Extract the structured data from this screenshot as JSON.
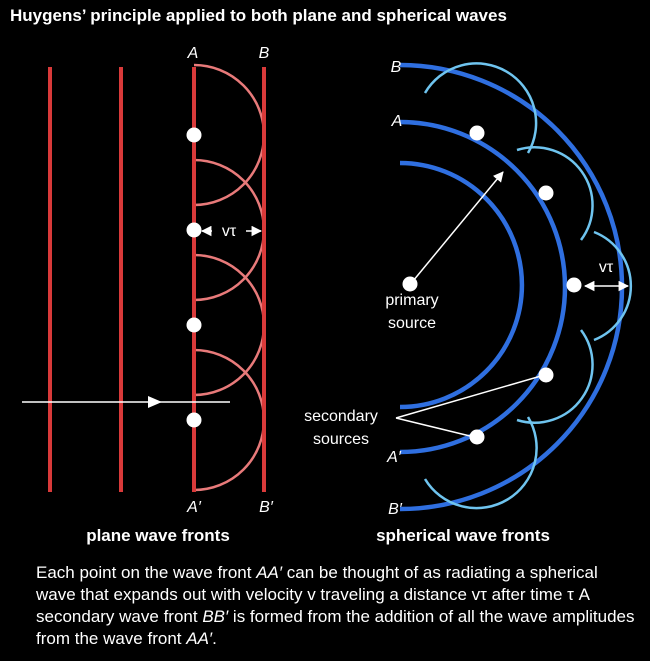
{
  "title": "Huygens’ principle applied to both plane and spherical waves",
  "plane": {
    "label_A": "A",
    "label_B": "B",
    "label_A_prime": "A′",
    "label_B_prime": "B′",
    "distance_label": "vτ",
    "caption": "plane wave fronts"
  },
  "spherical": {
    "label_A": "A",
    "label_B": "B",
    "label_A_prime": "A′",
    "label_B_prime": "B′",
    "distance_label": "vτ",
    "primary_source_line1": "primary",
    "primary_source_line2": "source",
    "secondary_sources_line1": "secondary",
    "secondary_sources_line2": "sources",
    "caption": "spherical wave fronts"
  },
  "description": {
    "p1": "Each point on the wave front ",
    "aa1": "AA′",
    "p2": " can be thought of as radiating a spherical wave that expands out with velocity v  traveling a distance vτ after time τ A secondary wave front ",
    "bb": "BB′",
    "p3": " is formed from the addition of all the wave amplitudes from the wave front ",
    "aa2": "AA′",
    "p4": "."
  },
  "colors": {
    "background": "#000000",
    "plane_wave": "#d93a3a",
    "plane_wavelet": "#e87a7a",
    "spherical_wave": "#2f6fe0",
    "spherical_wavelet": "#6fc4ef",
    "text": "#ffffff"
  }
}
